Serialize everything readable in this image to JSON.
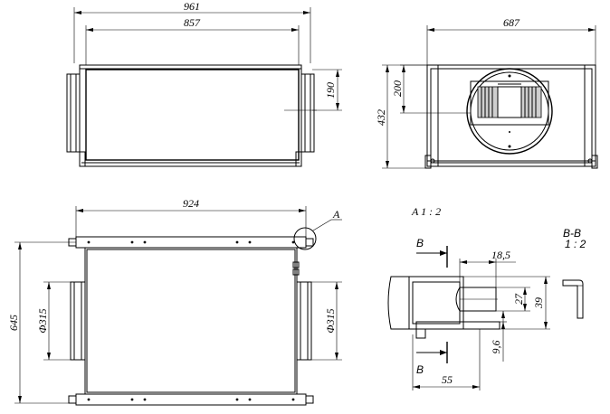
{
  "dimensions": {
    "top_overall_width": "961",
    "top_body_width": "857",
    "top_side_height": "190",
    "front_width": "687",
    "front_height": "432",
    "front_inlet_height": "200",
    "bottom_width": "924",
    "bottom_height": "645",
    "bottom_left_diameter": "Φ315",
    "bottom_right_diameter": "Φ315",
    "detail_width": "55",
    "detail_slot": "18,5",
    "detail_h1": "27",
    "detail_h2": "39",
    "detail_h3": "9,6"
  },
  "labels": {
    "callout": "A",
    "detail_title": "A 1 : 2",
    "section_title": "B-B",
    "section_scale": "1 : 2",
    "section_mark_top": "B",
    "section_mark_bottom": "B"
  }
}
